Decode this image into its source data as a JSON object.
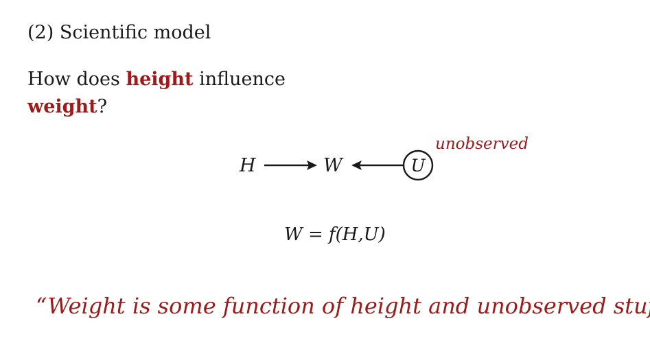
{
  "slide": {
    "title": "(2) Scientific model",
    "question": {
      "part1": "How does ",
      "highlight1": "height",
      "part2": " influence",
      "highlight2": "weight",
      "part3": "?"
    },
    "dag": {
      "nodes": [
        {
          "id": "H",
          "label": "H",
          "circled": false
        },
        {
          "id": "W",
          "label": "W",
          "circled": false
        },
        {
          "id": "U",
          "label": "U",
          "circled": true
        }
      ],
      "edges": [
        {
          "from": "H",
          "to": "W"
        },
        {
          "from": "U",
          "to": "W"
        }
      ],
      "annotation": "unobserved"
    },
    "equation": "W = f(H,U)",
    "quote": "“Weight is some function of height and unobserved stuff”"
  },
  "colors": {
    "accent": "#9b1a1a",
    "text": "#1a1a1a",
    "background": "#ffffff"
  }
}
